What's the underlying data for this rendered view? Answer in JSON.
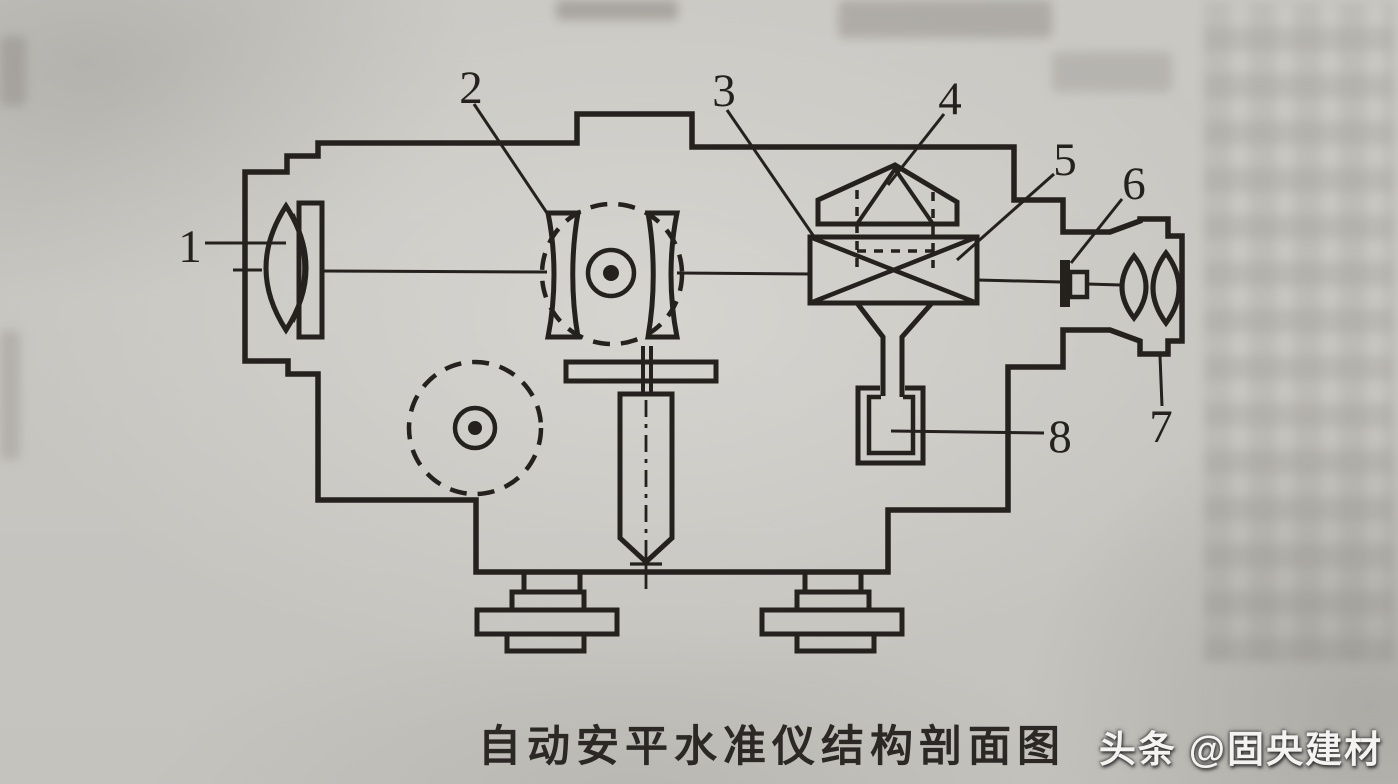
{
  "colors": {
    "paper": "#cac8c3",
    "ink": "#24211e",
    "caption_text": "#2b2826",
    "watermark_text": "#f4f3f1"
  },
  "figure": {
    "labels": [
      "1",
      "2",
      "3",
      "4",
      "5",
      "6",
      "7",
      "8"
    ]
  },
  "caption": {
    "text": "自动安平水准仪结构剖面图"
  },
  "watermark": {
    "brand": "头条",
    "handle": "@固央建材"
  }
}
